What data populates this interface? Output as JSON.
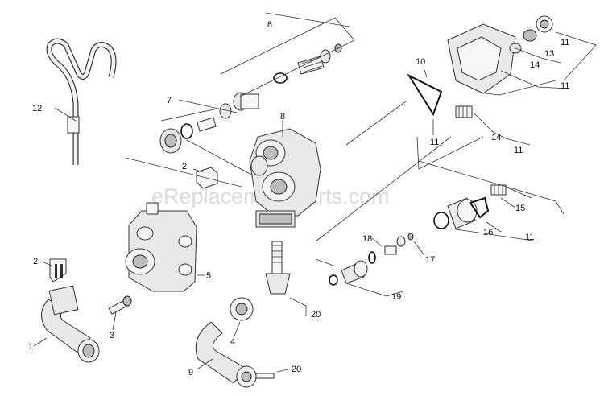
{
  "watermark": "eReplacementParts.com",
  "callouts": {
    "c1": "1",
    "c2a": "2",
    "c2b": "2",
    "c3": "3",
    "c4": "4",
    "c5": "5",
    "c7": "7",
    "c8a": "8",
    "c8b": "8",
    "c9": "9",
    "c10": "10",
    "c11a": "11",
    "c11b": "11",
    "c11c": "11",
    "c11d": "11",
    "c11e": "11",
    "c12": "12",
    "c13": "13",
    "c14a": "14",
    "c14b": "14",
    "c15": "15",
    "c16": "16",
    "c17": "17",
    "c18": "18",
    "c19": "19",
    "c20a": "20",
    "c20b": "20"
  }
}
